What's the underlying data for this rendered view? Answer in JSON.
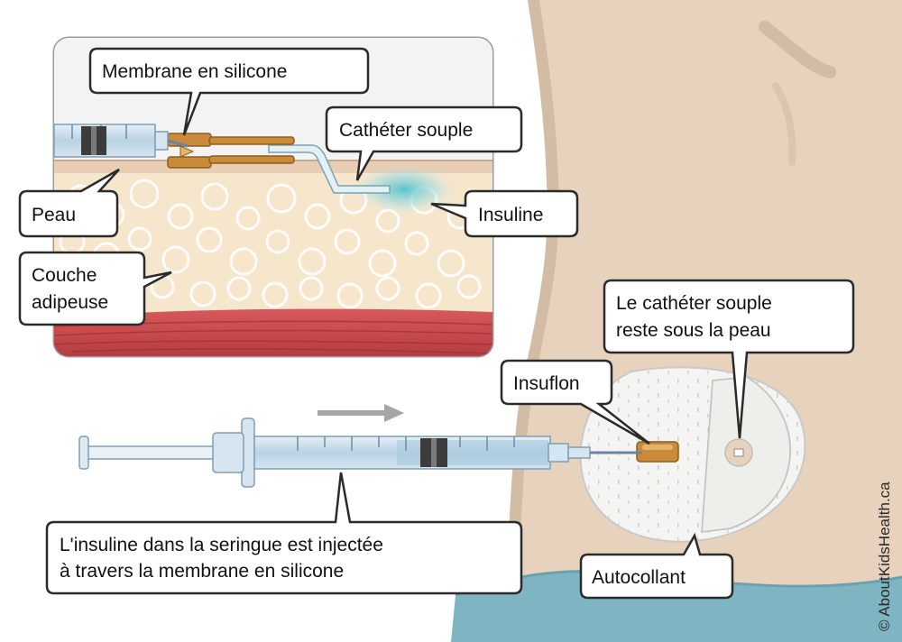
{
  "labels": {
    "membrane": "Membrane en silicone",
    "catheter": "Cathéter souple",
    "skin": "Peau",
    "insulin": "Insuline",
    "fat_line1": "Couche",
    "fat_line2": "adipeuse",
    "catheter_stays_line1": "Le cathéter souple",
    "catheter_stays_line2": "reste sous la peau",
    "insuflon": "Insuflon",
    "injection_line1": "L'insuline dans la seringue est injectée",
    "injection_line2": "à travers la membrane en silicone",
    "sticker": "Autocollant"
  },
  "credit": "© AboutKidsHealth.ca",
  "colors": {
    "skin_body": "#e6d2bd",
    "skin_shadow": "#d3bca4",
    "fat": "#f6e6cc",
    "muscle": "#c7474b",
    "insulin_glow": "#5cc7d3",
    "catheter": "#e3f1f5",
    "insuflon_hub": "#c98b3a",
    "syringe": "#bfd6e6",
    "sticker": "#f4f4f2",
    "shirt": "#7fb5c3",
    "arrow": "#a6a6a6"
  }
}
